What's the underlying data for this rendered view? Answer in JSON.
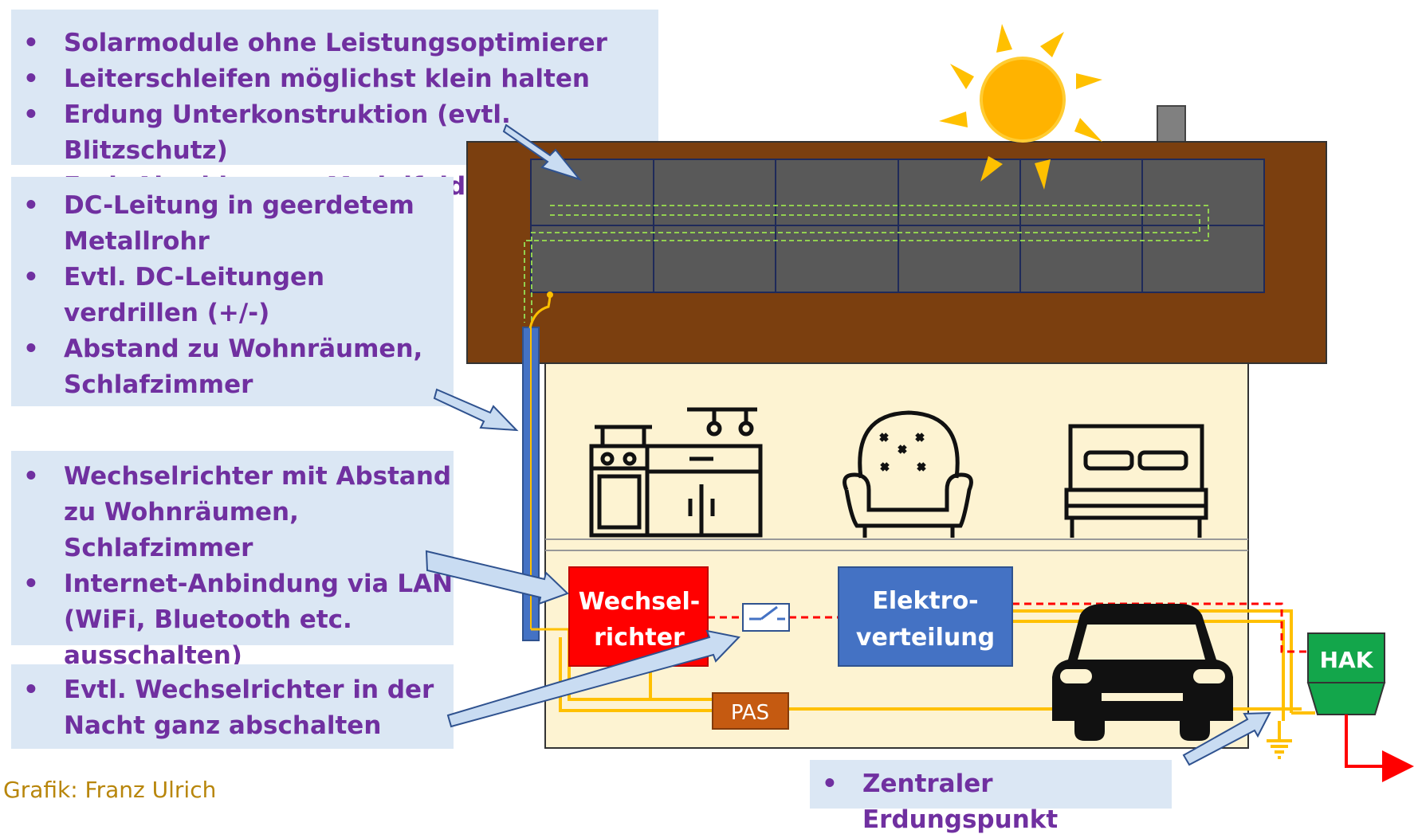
{
  "boxes": {
    "modules": [
      "Solarmodule ohne Leistungsoptimierer",
      "Leiterschleifen möglichst klein halten",
      "Erdung Unterkonstruktion (evtl. Blitzschutz)",
      "Evtl. Abschirmung Modulfeld"
    ],
    "dc": [
      "DC-Leitung in geerdetem Metallrohr",
      "Evtl. DC-Leitungen verdrillen (+/-)",
      "Abstand zu Wohnräumen, Schlafzimmer"
    ],
    "inverter": [
      "Wechselrichter mit Abstand zu Wohnräumen, Schlafzimmer",
      "Internet-Anbindung via LAN (WiFi, Bluetooth etc. ausschalten)"
    ],
    "night": [
      "Evtl. Wechselrichter in der Nacht ganz abschalten"
    ],
    "ground": [
      "Zentraler Erdungspunkt"
    ]
  },
  "labels": {
    "wechselrichter": "Wechsel-richter",
    "wechselrichter_line1": "Wechsel-",
    "wechselrichter_line2": "richter",
    "elektro_line1": "Elektro-",
    "elektro_line2": "verteilung",
    "pas": "PAS",
    "hak": "HAK"
  },
  "credit": "Grafik: Franz Ulrich",
  "colors": {
    "roof": "#7b3f0f",
    "panel": "#595959",
    "house": "#fdf3d2",
    "box": "#dbe7f4",
    "text": "#7030a0",
    "inverter": "#ff0000",
    "distribution": "#4472c4",
    "pas": "#c55a11",
    "hak": "#13a64b",
    "wire": "#ffc000",
    "sun": "#ffb300"
  }
}
